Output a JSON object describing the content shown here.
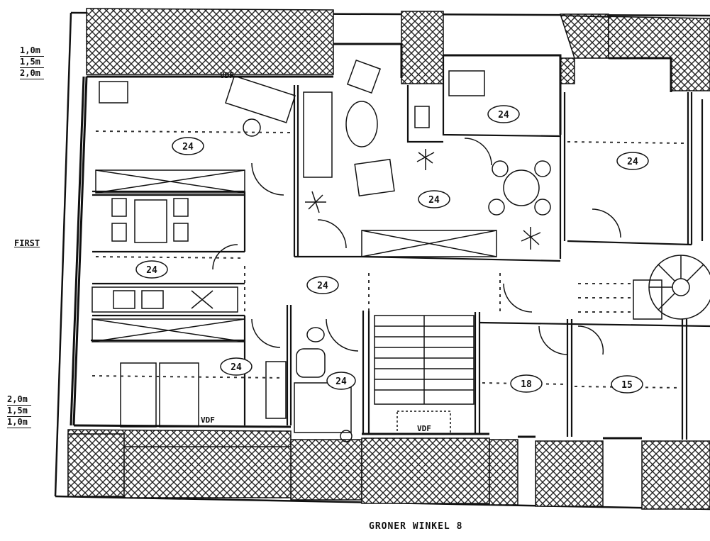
{
  "margin_left_top": [
    "1,0m",
    "1,5m",
    "2,0m"
  ],
  "margin_left_bottom": [
    "2,0m",
    "1,5m",
    "1,0m"
  ],
  "floor_label": "FIRST",
  "caption": "GRONER WINKEL 8",
  "room_tags": {
    "bedroom_top": "24",
    "living": "24",
    "kitchen_top": "24",
    "right_top": "24",
    "bedroom_mid": "24",
    "hall": "24",
    "bedroom_bottom": "24",
    "bath": "24",
    "room_18": "18",
    "room_15": "15"
  },
  "notes": {
    "vdf_top": "VDF",
    "vdf_bottom_left": "VDF",
    "vdf_stair": "VDF"
  }
}
